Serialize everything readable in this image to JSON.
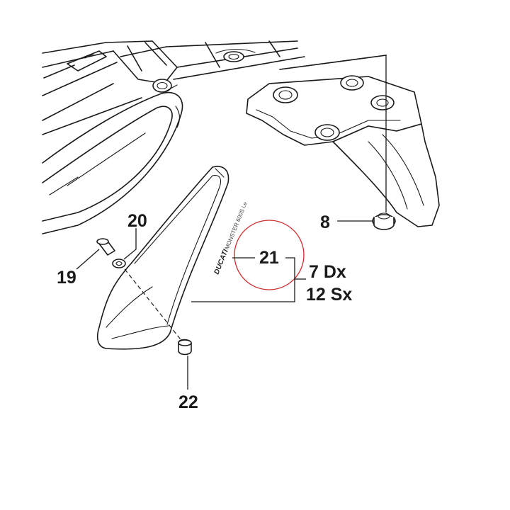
{
  "callouts": {
    "c8": "8",
    "c19": "19",
    "c20": "20",
    "c21": "21",
    "c22": "22",
    "c7dx": "7 Dx",
    "c12sx": "12 Sx"
  },
  "decal": {
    "brand": "DUCATI",
    "model": "MONSTER 600S i.e"
  },
  "colors": {
    "lines": "#1a1a1a",
    "highlight_circle": "#cc2b2b",
    "background": "#ffffff"
  },
  "icons": {
    "highlight": "red-circle-highlight"
  }
}
